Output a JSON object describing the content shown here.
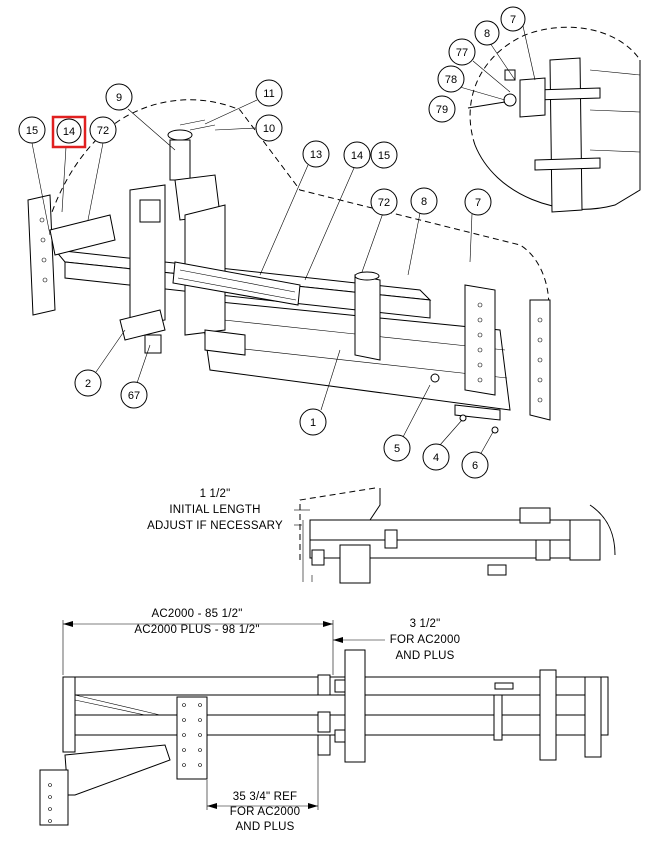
{
  "colors": {
    "highlight": "#e02020",
    "ink": "#000000",
    "paper": "#ffffff"
  },
  "callouts": [
    "15",
    "14",
    "72",
    "9",
    "11",
    "10",
    "13",
    "14",
    "15",
    "72",
    "8",
    "7",
    "8",
    "7",
    "77",
    "78",
    "79",
    "2",
    "67",
    "1",
    "5",
    "4",
    "6"
  ],
  "highlighted_callout": "14",
  "dims": {
    "initial_length_value": "1 1/2\"",
    "initial_length_line1": "INITIAL LENGTH",
    "initial_length_line2": "ADJUST IF NECESSARY",
    "overall_line1": "AC2000 - 85 1/2\"",
    "overall_line2": "AC2000 PLUS - 98 1/2\"",
    "offset_value": "3 1/2\"",
    "offset_line2": "FOR AC2000",
    "offset_line3": "AND PLUS",
    "ref_line1": "35 3/4\" REF",
    "ref_line2": "FOR AC2000",
    "ref_line3": "AND PLUS"
  }
}
